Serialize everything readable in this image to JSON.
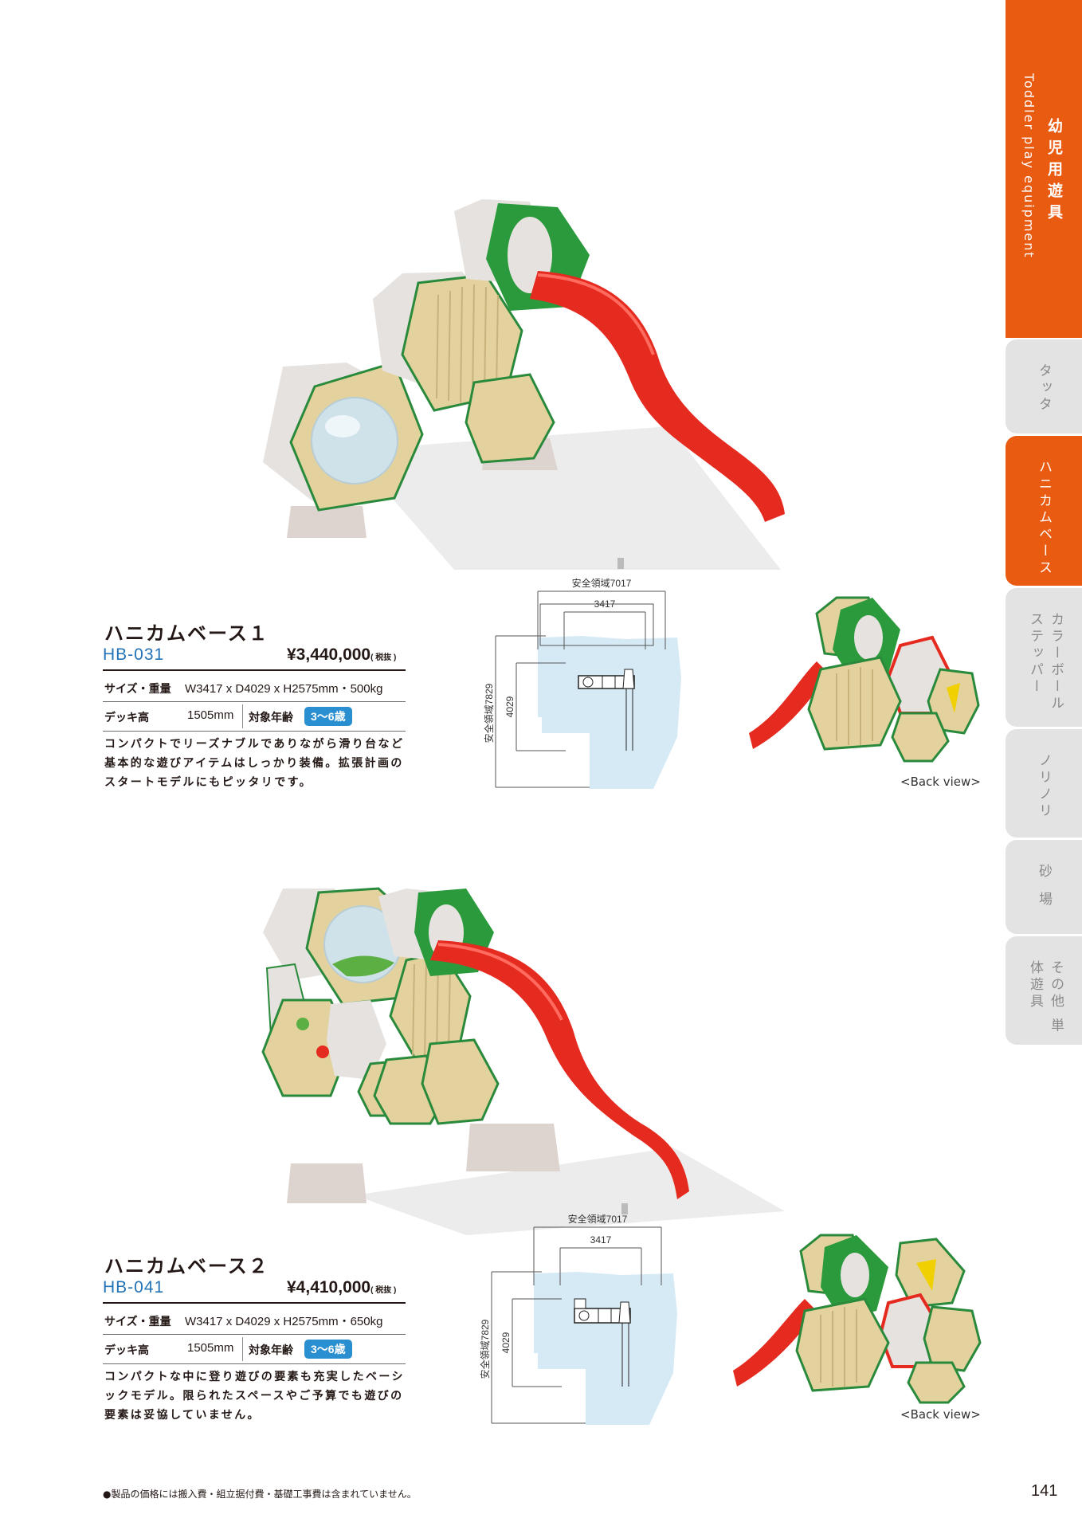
{
  "side": {
    "main_label_ja": "幼児用遊具",
    "main_label_en": "Toddler play equipment",
    "tabs": [
      {
        "label": "タッタ"
      },
      {
        "label": "ハニカムベース"
      },
      {
        "label": "カラーボール ステッパー"
      },
      {
        "label": "ノリノリ"
      },
      {
        "label": "砂場"
      },
      {
        "label": "その他 単体遊具"
      }
    ],
    "accent": "#e95b10"
  },
  "products": [
    {
      "title": "ハニカムベース１",
      "code": "HB-031",
      "price": "¥3,440,000",
      "tax": "( 税抜 )",
      "size_label": "サイズ・重量",
      "size_value": "W3417 x D4029 x H2575mm・500kg",
      "deck_label": "デッキ高",
      "deck_value": "1505mm",
      "age_label": "対象年齢",
      "age_value": "3〜6歳",
      "desc": "コンパクトでリーズナブルでありながら滑り台など基本的な遊びアイテムはしっかり装備。拡張計画のスタートモデルにもピッタリです。",
      "dims": {
        "safe_width": "安全領域7017",
        "width": "3417",
        "safe_depth": "安全領域7829",
        "depth": "4029"
      },
      "back_view": "<Back view>"
    },
    {
      "title": "ハニカムベース２",
      "code": "HB-041",
      "price": "¥4,410,000",
      "tax": "( 税抜 )",
      "size_label": "サイズ・重量",
      "size_value": "W3417 x D4029 x H2575mm・650kg",
      "deck_label": "デッキ高",
      "deck_value": "1505mm",
      "age_label": "対象年齢",
      "age_value": "3〜6歳",
      "desc": "コンパクトな中に登り遊びの要素も充実したベーシックモデル。限られたスペースやご予算でも遊びの要素は妥協していません。",
      "dims": {
        "safe_width": "安全領域7017",
        "width": "3417",
        "safe_depth": "安全領域7829",
        "depth": "4029"
      },
      "back_view": "<Back view>"
    }
  ],
  "footnote": "●製品の価格には搬入費・組立据付費・基礎工事費は含まれていません。",
  "page_number": "141"
}
